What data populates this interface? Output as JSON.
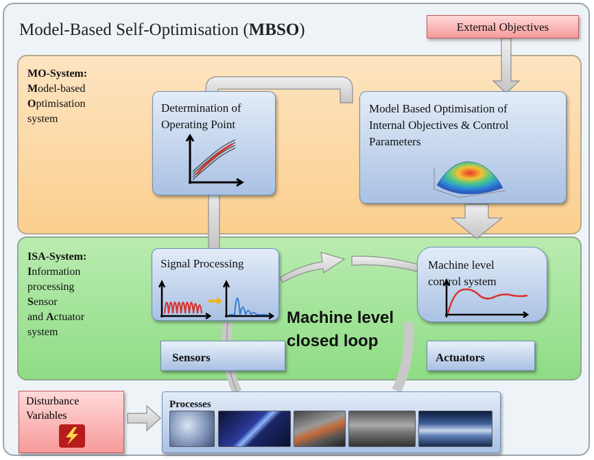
{
  "title": {
    "prefix": "Model-Based Self-Optimisation (",
    "bold": "MBSO",
    "suffix": ")"
  },
  "external_objectives": "External Objectives",
  "mo_system": {
    "head": "MO-System:",
    "line1_initial": "M",
    "line1_rest": "odel-based",
    "line2_initial": "O",
    "line2_rest": "ptimisation",
    "line3": "system"
  },
  "isa_system": {
    "head": "ISA-System:",
    "line1_initial": "I",
    "line1_rest": "nformation",
    "line2": "processing",
    "line3_initial": "S",
    "line3_rest": "ensor",
    "line4_prefix": "and ",
    "line4_initial": "A",
    "line4_rest": "ctuator",
    "line5": "system"
  },
  "boxes": {
    "operating_point": [
      "Determination of",
      "Operating Point"
    ],
    "optimisation": [
      "Model Based Optimisation of",
      "Internal Objectives & Control",
      "Parameters"
    ],
    "signal_processing": "Signal Processing",
    "machine_control": [
      "Machine level",
      "control system"
    ],
    "sensors": "Sensors",
    "actuators": "Actuators",
    "processes": "Processes",
    "disturbance": [
      "Disturbance",
      "Variables"
    ]
  },
  "loop_label": [
    "Machine level",
    "closed loop"
  ],
  "colors": {
    "mo_band": "#fbd7a0",
    "isa_band": "#a3e398",
    "box_blue": "#b9cde9",
    "red_box": "#f7a9a9",
    "curve_red": "#d9302b",
    "curve_blue": "#3a7bd5"
  },
  "icons": [
    "operating-point-graph-icon",
    "optimisation-surface-icon",
    "signal-processing-icon",
    "step-response-icon",
    "lightning-icon"
  ]
}
